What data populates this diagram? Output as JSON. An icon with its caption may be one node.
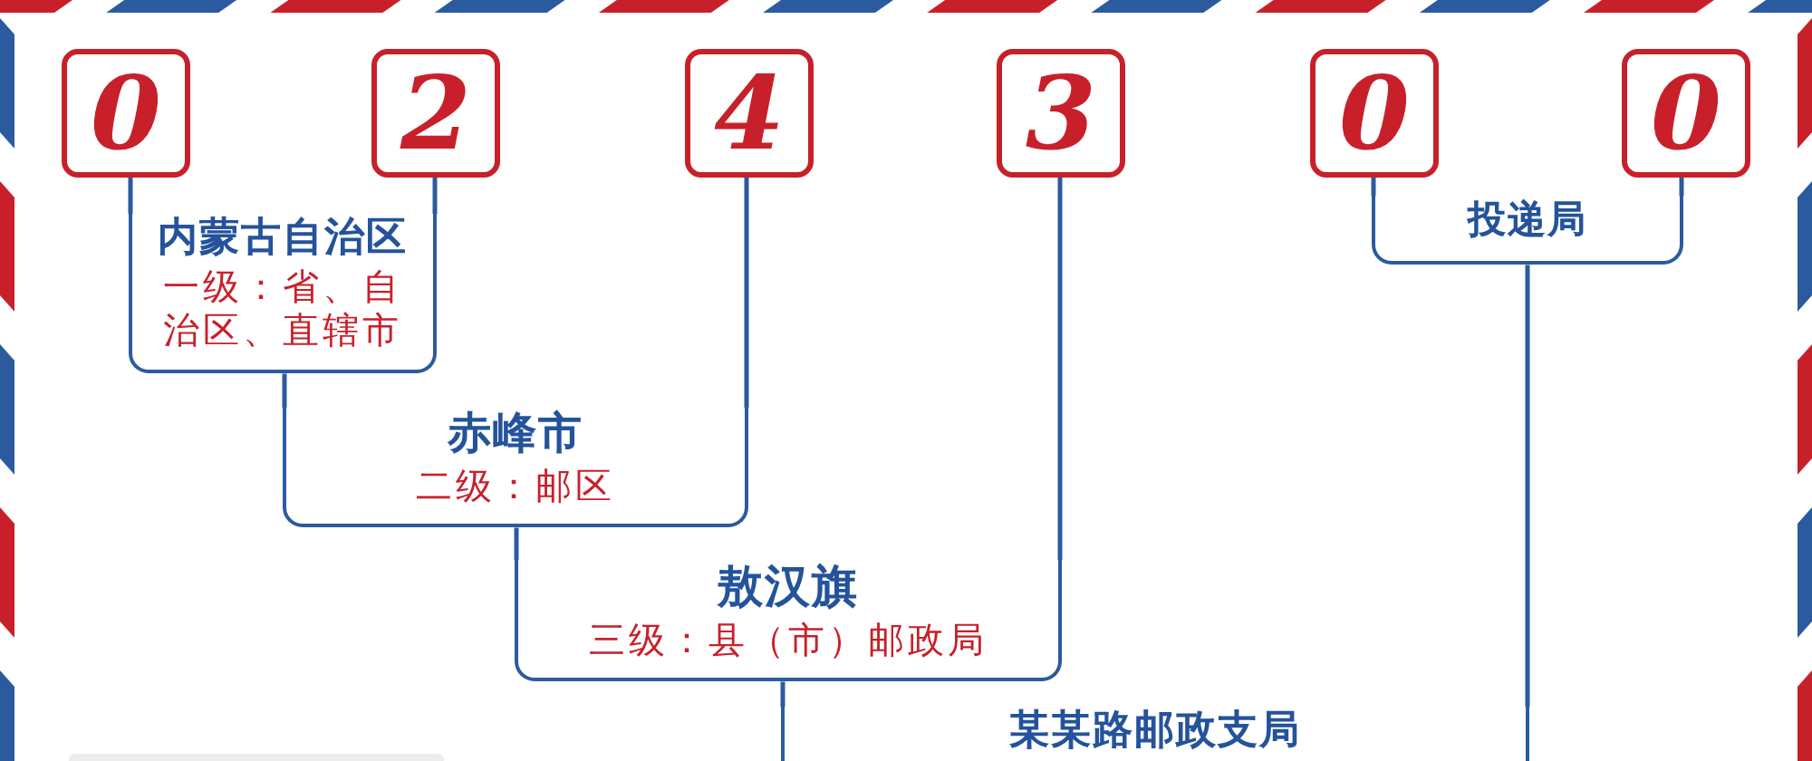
{
  "diagram": {
    "nodes": [
      {
        "text": [
          "0"
        ]
      },
      {
        "text": [
          "2"
        ]
      },
      {
        "text": [
          "4"
        ]
      },
      {
        "text": [
          "3"
        ]
      },
      {
        "text": [
          "0"
        ]
      },
      {
        "text": [
          "0"
        ]
      },
      {
        "text": [
          "内蒙古自治区",
          "一级：省、自治区、直辖市"
        ]
      },
      {
        "text": [
          "投递局"
        ]
      },
      {
        "text": [
          "赤峰市",
          "二级：邮区"
        ]
      },
      {
        "text": [
          "敖汉旗",
          "三级：县（市）邮政局"
        ]
      },
      {
        "text": [
          "某某路邮政支局"
        ]
      }
    ],
    "edges": [
      {
        "from": 0,
        "to": 6,
        "arrow": "none"
      },
      {
        "from": 1,
        "to": 6,
        "arrow": "none"
      },
      {
        "from": 4,
        "to": 7,
        "arrow": "none"
      },
      {
        "from": 5,
        "to": 7,
        "arrow": "none"
      },
      {
        "from": 6,
        "to": 8,
        "arrow": "none"
      },
      {
        "from": 2,
        "to": 8,
        "arrow": "none"
      },
      {
        "from": 8,
        "to": 9,
        "arrow": "none"
      },
      {
        "from": 3,
        "to": 9,
        "arrow": "none"
      },
      {
        "from": 9,
        "to": 10,
        "arrow": "none"
      },
      {
        "from": 7,
        "to": 10,
        "arrow": "none"
      }
    ]
  }
}
